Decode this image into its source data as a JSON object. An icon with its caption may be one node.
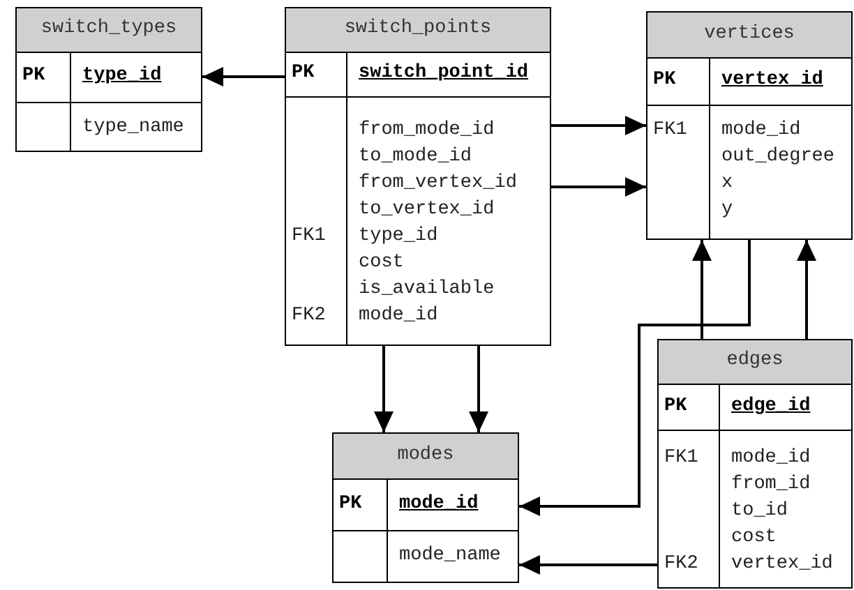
{
  "diagram": {
    "nodes": [
      {
        "text": [
          "switch_types",
          "PK",
          "type_id",
          "type_name"
        ]
      },
      {
        "text": [
          "switch_points",
          "PK",
          "switch_point_id",
          "from_mode_id",
          "to_mode_id",
          "from_vertex_id",
          "to_vertex_id",
          "FK1",
          "type_id",
          "cost",
          "is_available",
          "FK2",
          "mode_id"
        ]
      },
      {
        "text": [
          "vertices",
          "PK",
          "vertex_id",
          "FK1",
          "mode_id",
          "out_degree",
          "x",
          "y"
        ]
      },
      {
        "text": [
          "edges",
          "PK",
          "edge_id",
          "FK1",
          "mode_id",
          "from_id",
          "to_id",
          "cost",
          "FK2",
          "vertex_id"
        ]
      },
      {
        "text": [
          "modes",
          "PK",
          "mode_id",
          "mode_name"
        ]
      }
    ],
    "edges": [
      {
        "from": 1,
        "to": 0,
        "arrow": "to"
      },
      {
        "from": 1,
        "to": 2,
        "arrow": "to"
      },
      {
        "from": 1,
        "to": 2,
        "arrow": "to"
      },
      {
        "from": 1,
        "to": 4,
        "arrow": "to"
      },
      {
        "from": 1,
        "to": 4,
        "arrow": "to"
      },
      {
        "from": 3,
        "to": 2,
        "arrow": "to"
      },
      {
        "from": 3,
        "to": 2,
        "arrow": "to"
      },
      {
        "from": 2,
        "to": 4,
        "arrow": "to"
      },
      {
        "from": 3,
        "to": 4,
        "arrow": "to"
      }
    ]
  }
}
